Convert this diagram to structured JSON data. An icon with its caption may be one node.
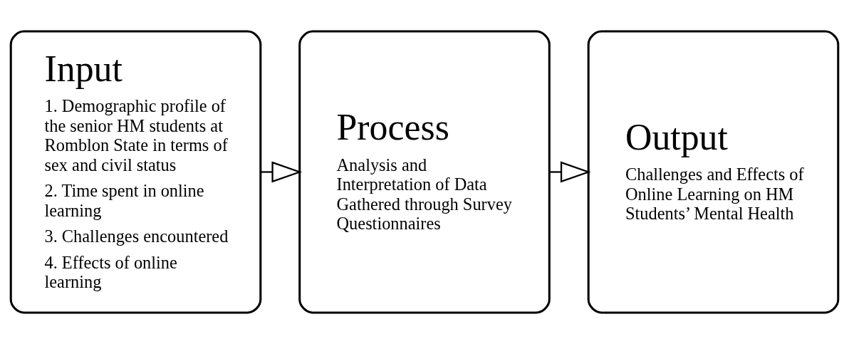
{
  "diagram": {
    "nodes": [
      {
        "text": [
          "Input",
          "1. Demographic profile of the senior HM students at Romblon State in terms of sex and civil status",
          "2. Time spent in online learning",
          "3. Challenges encountered",
          "4. Effects of online learning"
        ]
      },
      {
        "text": [
          "Process",
          "Analysis and Interpretation of Data Gathered through Survey Questionnaires"
        ]
      },
      {
        "text": [
          "Output",
          "Challenges and Effects of Online Learning on HM Students’ Mental Health"
        ]
      }
    ],
    "edges": [
      {
        "from": 0,
        "to": 1,
        "arrow": "to"
      },
      {
        "from": 1,
        "to": 2,
        "arrow": "to"
      }
    ]
  }
}
